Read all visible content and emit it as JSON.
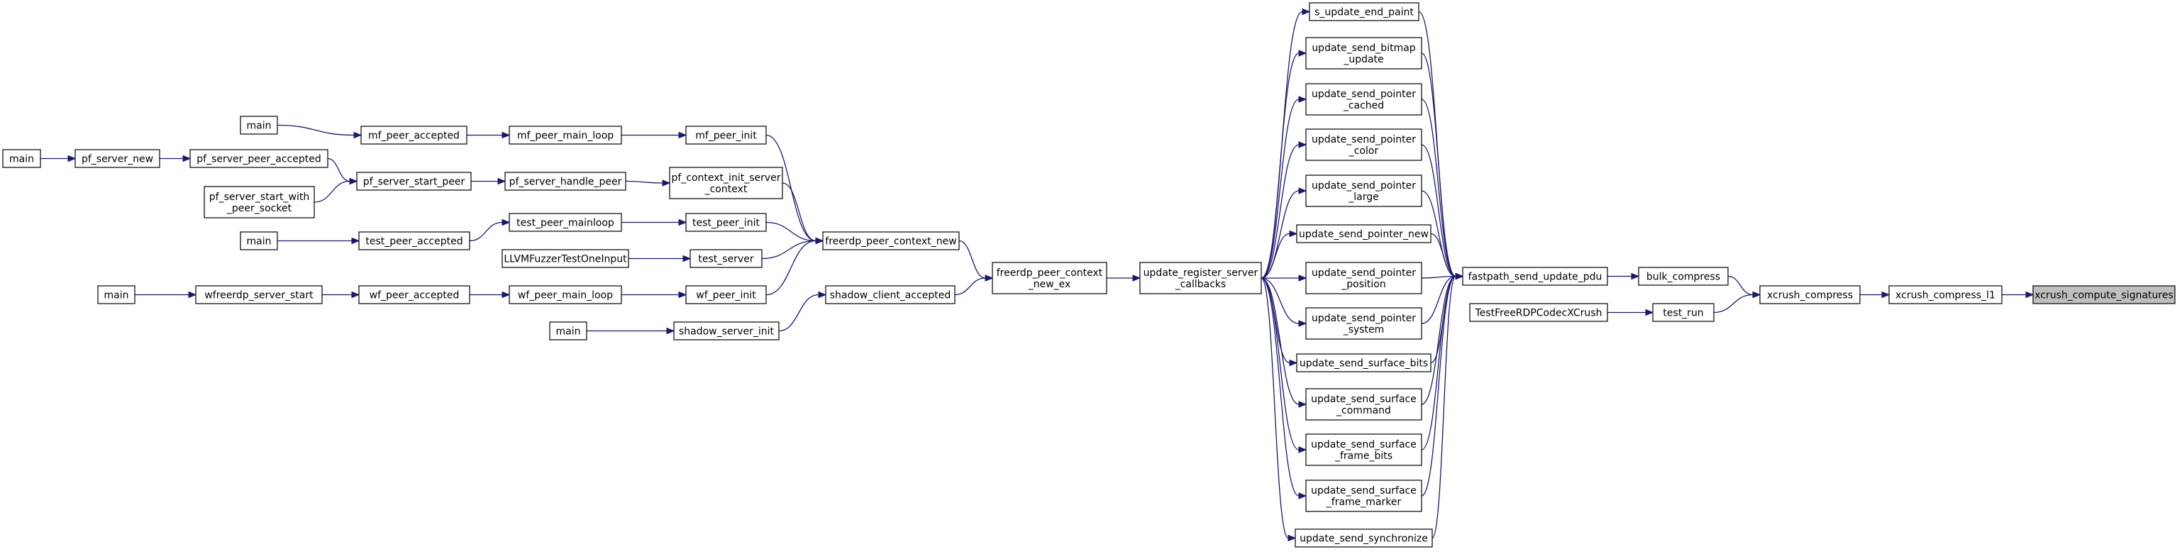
{
  "graph": {
    "root": "xcrush_compute_signatures",
    "nodes": [
      {
        "id": "n_xcs",
        "lines": [
          "xcrush_compute_signatures"
        ],
        "root": true
      },
      {
        "id": "n_xcl1",
        "lines": [
          "xcrush_compress_l1"
        ]
      },
      {
        "id": "n_xc",
        "lines": [
          "xcrush_compress"
        ]
      },
      {
        "id": "n_bulk",
        "lines": [
          "bulk_compress"
        ]
      },
      {
        "id": "n_testrun",
        "lines": [
          "test_run"
        ]
      },
      {
        "id": "n_testfree",
        "lines": [
          "TestFreeRDPCodecXCrush"
        ]
      },
      {
        "id": "n_fp",
        "lines": [
          "fastpath_send_update_pdu"
        ]
      },
      {
        "id": "n_endpaint",
        "lines": [
          "s_update_end_paint"
        ]
      },
      {
        "id": "n_bitmap",
        "lines": [
          "update_send_bitmap",
          "_update"
        ]
      },
      {
        "id": "n_ptrcached",
        "lines": [
          "update_send_pointer",
          "_cached"
        ]
      },
      {
        "id": "n_ptrcolor",
        "lines": [
          "update_send_pointer",
          "_color"
        ]
      },
      {
        "id": "n_ptrlarge",
        "lines": [
          "update_send_pointer",
          "_large"
        ]
      },
      {
        "id": "n_ptrnew",
        "lines": [
          "update_send_pointer_new"
        ]
      },
      {
        "id": "n_ptrpos",
        "lines": [
          "update_send_pointer",
          "_position"
        ]
      },
      {
        "id": "n_ptrsys",
        "lines": [
          "update_send_pointer",
          "_system"
        ]
      },
      {
        "id": "n_surfbits",
        "lines": [
          "update_send_surface_bits"
        ]
      },
      {
        "id": "n_surfcmd",
        "lines": [
          "update_send_surface",
          "_command"
        ]
      },
      {
        "id": "n_surffb",
        "lines": [
          "update_send_surface",
          "_frame_bits"
        ]
      },
      {
        "id": "n_surffm",
        "lines": [
          "update_send_surface",
          "_frame_marker"
        ]
      },
      {
        "id": "n_sync",
        "lines": [
          "update_send_synchronize"
        ]
      },
      {
        "id": "n_urs",
        "lines": [
          "update_register_server",
          "_callbacks"
        ]
      },
      {
        "id": "n_fpcne",
        "lines": [
          "freerdp_peer_context",
          "_new_ex"
        ]
      },
      {
        "id": "n_fpcn",
        "lines": [
          "freerdp_peer_context_new"
        ]
      },
      {
        "id": "n_sca",
        "lines": [
          "shadow_client_accepted"
        ]
      },
      {
        "id": "n_ssi",
        "lines": [
          "shadow_server_init"
        ]
      },
      {
        "id": "n_main_ssi",
        "lines": [
          "main"
        ]
      },
      {
        "id": "n_mfpi",
        "lines": [
          "mf_peer_init"
        ]
      },
      {
        "id": "n_pfcis",
        "lines": [
          "pf_context_init_server",
          "_context"
        ]
      },
      {
        "id": "n_tpi",
        "lines": [
          "test_peer_init"
        ]
      },
      {
        "id": "n_tserver",
        "lines": [
          "test_server"
        ]
      },
      {
        "id": "n_wfpi",
        "lines": [
          "wf_peer_init"
        ]
      },
      {
        "id": "n_mfpml",
        "lines": [
          "mf_peer_main_loop"
        ]
      },
      {
        "id": "n_pfshp",
        "lines": [
          "pf_server_handle_peer"
        ]
      },
      {
        "id": "n_tpml",
        "lines": [
          "test_peer_mainloop"
        ]
      },
      {
        "id": "n_llvm",
        "lines": [
          "LLVMFuzzerTestOneInput"
        ]
      },
      {
        "id": "n_wfpml",
        "lines": [
          "wf_peer_main_loop"
        ]
      },
      {
        "id": "n_mfpa",
        "lines": [
          "mf_peer_accepted"
        ]
      },
      {
        "id": "n_pfssp",
        "lines": [
          "pf_server_start_peer"
        ]
      },
      {
        "id": "n_tpa",
        "lines": [
          "test_peer_accepted"
        ]
      },
      {
        "id": "n_wfpa",
        "lines": [
          "wf_peer_accepted"
        ]
      },
      {
        "id": "n_main_mf",
        "lines": [
          "main"
        ]
      },
      {
        "id": "n_pfspa",
        "lines": [
          "pf_server_peer_accepted"
        ]
      },
      {
        "id": "n_pfsswps",
        "lines": [
          "pf_server_start_with",
          "_peer_socket"
        ]
      },
      {
        "id": "n_main_tp",
        "lines": [
          "main"
        ]
      },
      {
        "id": "n_wfss",
        "lines": [
          "wfreerdp_server_start"
        ]
      },
      {
        "id": "n_pfsn",
        "lines": [
          "pf_server_new"
        ]
      },
      {
        "id": "n_main_wf",
        "lines": [
          "main"
        ]
      },
      {
        "id": "n_main_pf",
        "lines": [
          "main"
        ]
      }
    ],
    "edges": [
      [
        "n_xcl1",
        "n_xcs"
      ],
      [
        "n_xc",
        "n_xcl1"
      ],
      [
        "n_bulk",
        "n_xc"
      ],
      [
        "n_testrun",
        "n_xc"
      ],
      [
        "n_fp",
        "n_bulk"
      ],
      [
        "n_testfree",
        "n_testrun"
      ],
      [
        "n_endpaint",
        "n_fp"
      ],
      [
        "n_bitmap",
        "n_fp"
      ],
      [
        "n_ptrcached",
        "n_fp"
      ],
      [
        "n_ptrcolor",
        "n_fp"
      ],
      [
        "n_ptrlarge",
        "n_fp"
      ],
      [
        "n_ptrnew",
        "n_fp"
      ],
      [
        "n_ptrpos",
        "n_fp"
      ],
      [
        "n_ptrsys",
        "n_fp"
      ],
      [
        "n_surfbits",
        "n_fp"
      ],
      [
        "n_surfcmd",
        "n_fp"
      ],
      [
        "n_surffb",
        "n_fp"
      ],
      [
        "n_surffm",
        "n_fp"
      ],
      [
        "n_sync",
        "n_fp"
      ],
      [
        "n_urs",
        "n_endpaint"
      ],
      [
        "n_urs",
        "n_bitmap"
      ],
      [
        "n_urs",
        "n_ptrcached"
      ],
      [
        "n_urs",
        "n_ptrcolor"
      ],
      [
        "n_urs",
        "n_ptrlarge"
      ],
      [
        "n_urs",
        "n_ptrnew"
      ],
      [
        "n_urs",
        "n_ptrpos"
      ],
      [
        "n_urs",
        "n_ptrsys"
      ],
      [
        "n_urs",
        "n_surfbits"
      ],
      [
        "n_urs",
        "n_surfcmd"
      ],
      [
        "n_urs",
        "n_surffb"
      ],
      [
        "n_urs",
        "n_surffm"
      ],
      [
        "n_urs",
        "n_sync"
      ],
      [
        "n_fpcne",
        "n_urs"
      ],
      [
        "n_fpcn",
        "n_fpcne"
      ],
      [
        "n_sca",
        "n_fpcne"
      ],
      [
        "n_mfpi",
        "n_fpcn"
      ],
      [
        "n_pfcis",
        "n_fpcn"
      ],
      [
        "n_tpi",
        "n_fpcn"
      ],
      [
        "n_tserver",
        "n_fpcn"
      ],
      [
        "n_wfpi",
        "n_fpcn"
      ],
      [
        "n_ssi",
        "n_sca"
      ],
      [
        "n_main_ssi",
        "n_ssi"
      ],
      [
        "n_mfpml",
        "n_mfpi"
      ],
      [
        "n_pfshp",
        "n_pfcis"
      ],
      [
        "n_tpml",
        "n_tpi"
      ],
      [
        "n_llvm",
        "n_tserver"
      ],
      [
        "n_wfpml",
        "n_wfpi"
      ],
      [
        "n_mfpa",
        "n_mfpml"
      ],
      [
        "n_pfssp",
        "n_pfshp"
      ],
      [
        "n_tpa",
        "n_tpml"
      ],
      [
        "n_wfpa",
        "n_wfpml"
      ],
      [
        "n_main_mf",
        "n_mfpa"
      ],
      [
        "n_pfspa",
        "n_pfssp"
      ],
      [
        "n_pfsswps",
        "n_pfssp"
      ],
      [
        "n_main_tp",
        "n_tpa"
      ],
      [
        "n_wfss",
        "n_wfpa"
      ],
      [
        "n_pfsn",
        "n_pfspa"
      ],
      [
        "n_main_wf",
        "n_wfss"
      ],
      [
        "n_main_pf",
        "n_pfsn"
      ]
    ]
  }
}
